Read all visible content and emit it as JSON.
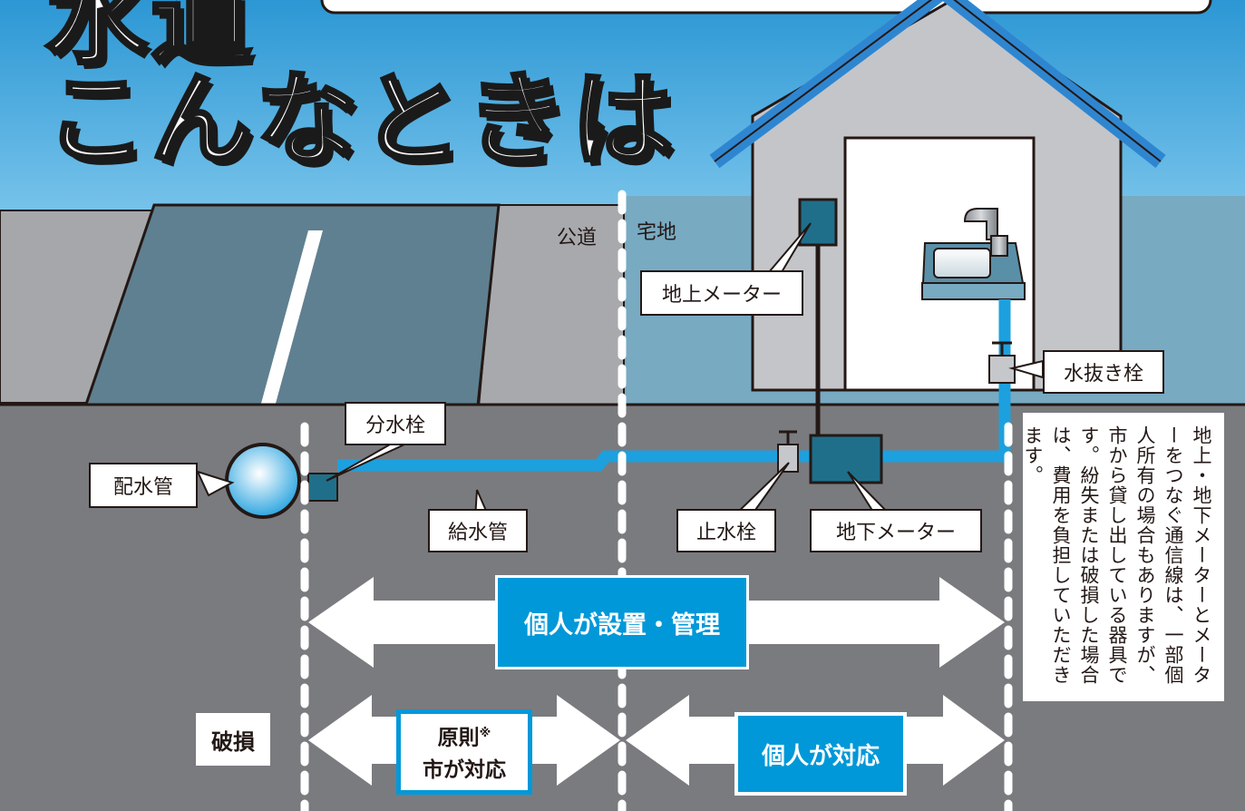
{
  "title": {
    "line1": "水道",
    "line2": "こんなときは"
  },
  "zones": {
    "public_road": "公道",
    "residence": "宅地"
  },
  "labels": {
    "above_meter": "地上メーター",
    "drain_valve": "水抜き栓",
    "branch_valve": "分水栓",
    "distribution_pipe": "配水管",
    "supply_pipe": "給水管",
    "stop_valve": "止水栓",
    "underground_meter": "地下メーター"
  },
  "note": "地上・地下メーターとメーターをつなぐ通信線は、一部個人所有の場合もありますが、市から貸し出している器具です。紛失または破損した場合は、費用を負担していただきます。",
  "responsibility": {
    "install_manage": "個人が設置・管理",
    "damage_label": "破損",
    "city_line1": "原則",
    "city_mark": "※",
    "city_line2": "市が対応",
    "individual": "個人が対応"
  },
  "colors": {
    "sky": "#3ea6dc",
    "ground": "#7a7b7f",
    "pipe": "#0098d8",
    "meter": "#1f6f8b",
    "roof": "#2f86d0",
    "accent": "#0098d8"
  }
}
